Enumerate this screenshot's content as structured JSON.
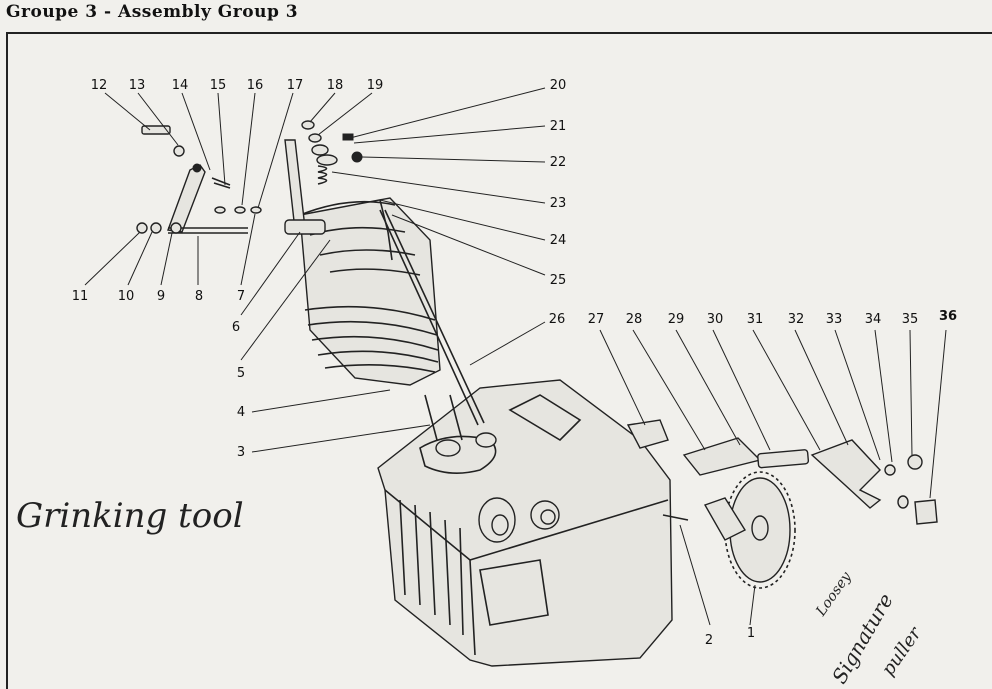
{
  "header": {
    "title": "Groupe 3 - Assembly Group 3"
  },
  "callouts": [
    {
      "id": "12",
      "label": "12"
    },
    {
      "id": "13",
      "label": "13"
    },
    {
      "id": "14",
      "label": "14"
    },
    {
      "id": "15",
      "label": "15"
    },
    {
      "id": "16",
      "label": "16"
    },
    {
      "id": "17",
      "label": "17"
    },
    {
      "id": "18",
      "label": "18"
    },
    {
      "id": "19",
      "label": "19"
    },
    {
      "id": "20",
      "label": "20"
    },
    {
      "id": "21",
      "label": "21"
    },
    {
      "id": "22",
      "label": "22"
    },
    {
      "id": "23",
      "label": "23"
    },
    {
      "id": "24",
      "label": "24"
    },
    {
      "id": "25",
      "label": "25"
    },
    {
      "id": "11",
      "label": "11"
    },
    {
      "id": "10",
      "label": "10"
    },
    {
      "id": "9",
      "label": "9"
    },
    {
      "id": "8",
      "label": "8"
    },
    {
      "id": "7",
      "label": "7"
    },
    {
      "id": "6",
      "label": "6"
    },
    {
      "id": "5",
      "label": "5"
    },
    {
      "id": "4",
      "label": "4"
    },
    {
      "id": "3",
      "label": "3"
    },
    {
      "id": "26",
      "label": "26"
    },
    {
      "id": "27",
      "label": "27"
    },
    {
      "id": "28",
      "label": "28"
    },
    {
      "id": "29",
      "label": "29"
    },
    {
      "id": "30",
      "label": "30"
    },
    {
      "id": "31",
      "label": "31"
    },
    {
      "id": "32",
      "label": "32"
    },
    {
      "id": "33",
      "label": "33"
    },
    {
      "id": "34",
      "label": "34"
    },
    {
      "id": "35",
      "label": "35"
    },
    {
      "id": "36",
      "label": "36"
    },
    {
      "id": "2",
      "label": "2"
    },
    {
      "id": "1",
      "label": "1"
    }
  ],
  "annotations": {
    "left_note": "Grinking tool",
    "right_note_1": "Loosey",
    "right_note_2": "Signature",
    "right_note_3": "puller"
  }
}
